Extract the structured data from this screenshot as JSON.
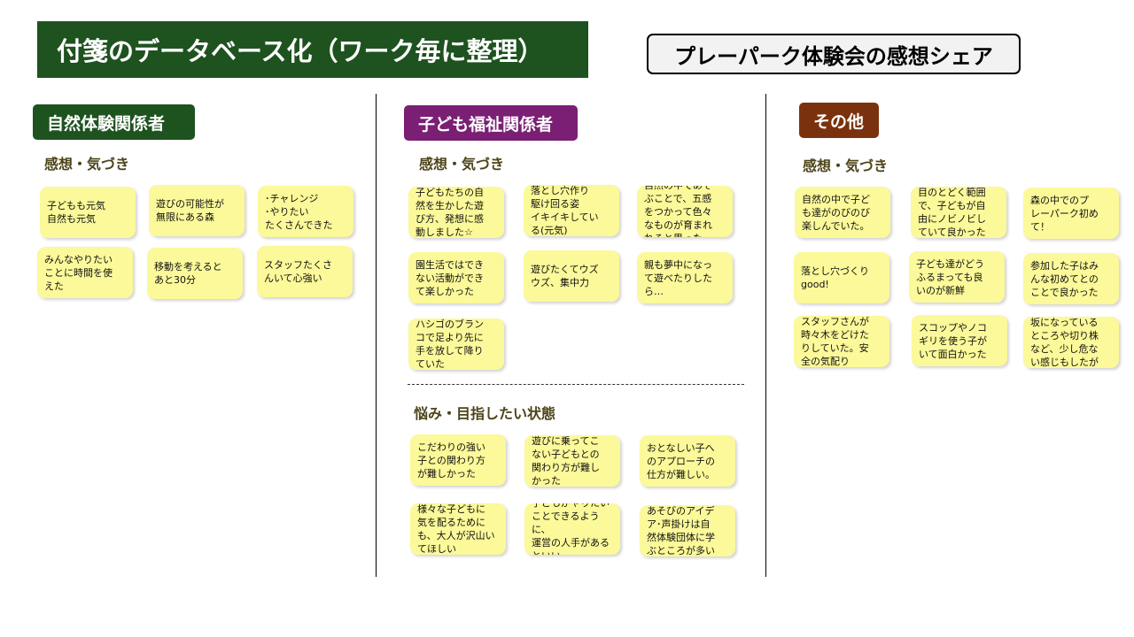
{
  "header": {
    "title": "付箋のデータベース化（ワーク毎に整理）",
    "event": "プレーパーク体験会の感想シェア"
  },
  "colors": {
    "banner": "#1e521f",
    "nature": "#1e521f",
    "child": "#7a1f74",
    "other": "#7a320e",
    "sticky": "#fbf999",
    "subheading": "#4d4419"
  },
  "columns": [
    {
      "category": "自然体験関係者",
      "sections": [
        {
          "heading": "感想・気づき",
          "notes": [
            "子どもも元気\n自然も元気",
            "遊びの可能性が\n無限にある森",
            "･チャレンジ\n･やりたい\nたくさんできた",
            "みんなやりたい\nことに時間を使\nえた",
            "移動を考えると\nあと30分",
            "スタッフたくさ\nんいて心強い"
          ]
        }
      ]
    },
    {
      "category": "子ども福祉関係者",
      "sections": [
        {
          "heading": "感想・気づき",
          "notes": [
            "子どもたちの自\n然を生かした遊\nび方、発想に感\n動しました☆",
            "落とし穴作り\n駆け回る姿\nイキイキしてい\nる(元気)",
            "自然の中であそ\nぶことで、五感\nをつかって色々\nなものが育まれ\nれると思った",
            "園生活ではでき\nない活動ができ\nて楽しかった",
            "遊びたくてウズ\nウズ、集中力",
            "親も夢中になっ\nて遊べたりした\nら…",
            "ハシゴのブラン\nコで足より先に\n手を放して降り\nていた"
          ]
        },
        {
          "heading": "悩み・目指したい状態",
          "notes": [
            "こだわりの強い\n子との関わり方\nが難しかった",
            "遊びに乗ってこ\nない子どもとの\n関わり方が難し\nかった",
            "おとなしい子へ\nのアプローチの\n仕方が難しい。",
            "様々な子どもに\n気を配るために\nも、大人が沢山い\nてほしい",
            "子どもがやりたい\nことできるように、\n運営の人手がある\nといい",
            "あそびのアイデ\nア･声掛けは自\n然体験団体に学\nぶところが多い"
          ]
        }
      ]
    },
    {
      "category": "その他",
      "sections": [
        {
          "heading": "感想・気づき",
          "notes": [
            "自然の中で子ど\nも達がのびのび\n楽しんでいた。",
            "目のとどく範囲\nで、子どもが自\n由にノビノビし\nていて良かった",
            "森の中でのプ\nレーパーク初め\nて！",
            "落とし穴づくり\ngood!",
            "子ども達がどう\nふるまっても良\nいのが新鮮",
            "参加した子はみ\nんな初めてとの\nことで良かった",
            "スタッフさんが\n時々木をどけた\nりしていた。安\n全の気配り",
            "スコップやノコ\nギリを使う子が\nいて面白かった",
            "坂になっている\nところや切り株\nなど、少し危な\nい感じもしたが"
          ]
        }
      ]
    }
  ]
}
